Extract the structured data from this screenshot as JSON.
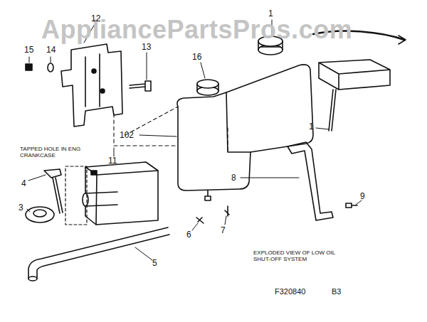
{
  "diagram": {
    "caption": "EXPLODED VIEW OF LOW OIL SHUT-OFF SYSTEM",
    "labels": [
      "AppliancePartsPros.com",
      "15",
      "14",
      "12",
      "13",
      "16",
      "1",
      "1",
      "102",
      "11",
      "TAPPED HOLE IN ENG CRANKCASE",
      "4",
      "3",
      "5",
      "6",
      "7",
      "8",
      "9",
      "F320840",
      "B3"
    ]
  }
}
